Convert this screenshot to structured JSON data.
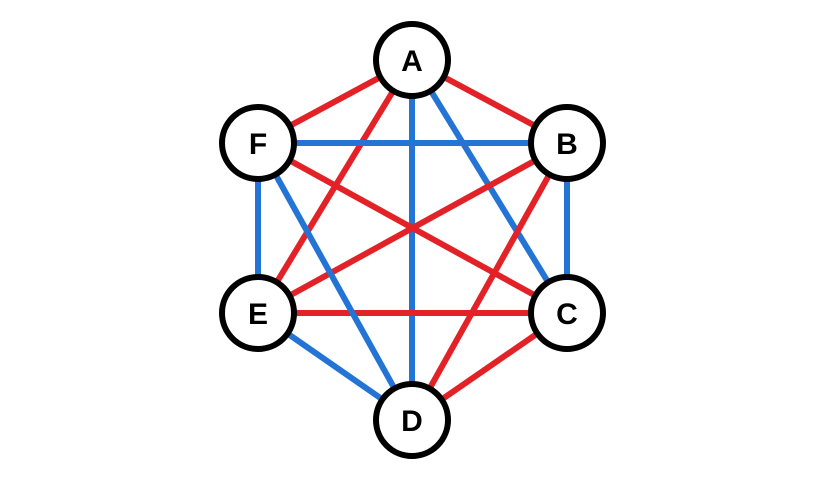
{
  "colors": {
    "red": "#e32227",
    "blue": "#2474d6",
    "node_stroke": "#000000",
    "node_fill": "#ffffff"
  },
  "nodes": [
    {
      "id": "A",
      "label": "A"
    },
    {
      "id": "B",
      "label": "B"
    },
    {
      "id": "C",
      "label": "C"
    },
    {
      "id": "D",
      "label": "D"
    },
    {
      "id": "E",
      "label": "E"
    },
    {
      "id": "F",
      "label": "F"
    }
  ],
  "edges": [
    {
      "from": "A",
      "to": "B",
      "color": "red"
    },
    {
      "from": "A",
      "to": "C",
      "color": "blue"
    },
    {
      "from": "A",
      "to": "D",
      "color": "blue"
    },
    {
      "from": "A",
      "to": "E",
      "color": "red"
    },
    {
      "from": "A",
      "to": "F",
      "color": "red"
    },
    {
      "from": "B",
      "to": "C",
      "color": "blue"
    },
    {
      "from": "B",
      "to": "D",
      "color": "red"
    },
    {
      "from": "B",
      "to": "E",
      "color": "red"
    },
    {
      "from": "B",
      "to": "F",
      "color": "blue"
    },
    {
      "from": "C",
      "to": "D",
      "color": "red"
    },
    {
      "from": "C",
      "to": "E",
      "color": "red"
    },
    {
      "from": "C",
      "to": "F",
      "color": "red"
    },
    {
      "from": "D",
      "to": "E",
      "color": "blue"
    },
    {
      "from": "D",
      "to": "F",
      "color": "blue"
    },
    {
      "from": "E",
      "to": "F",
      "color": "blue"
    }
  ]
}
